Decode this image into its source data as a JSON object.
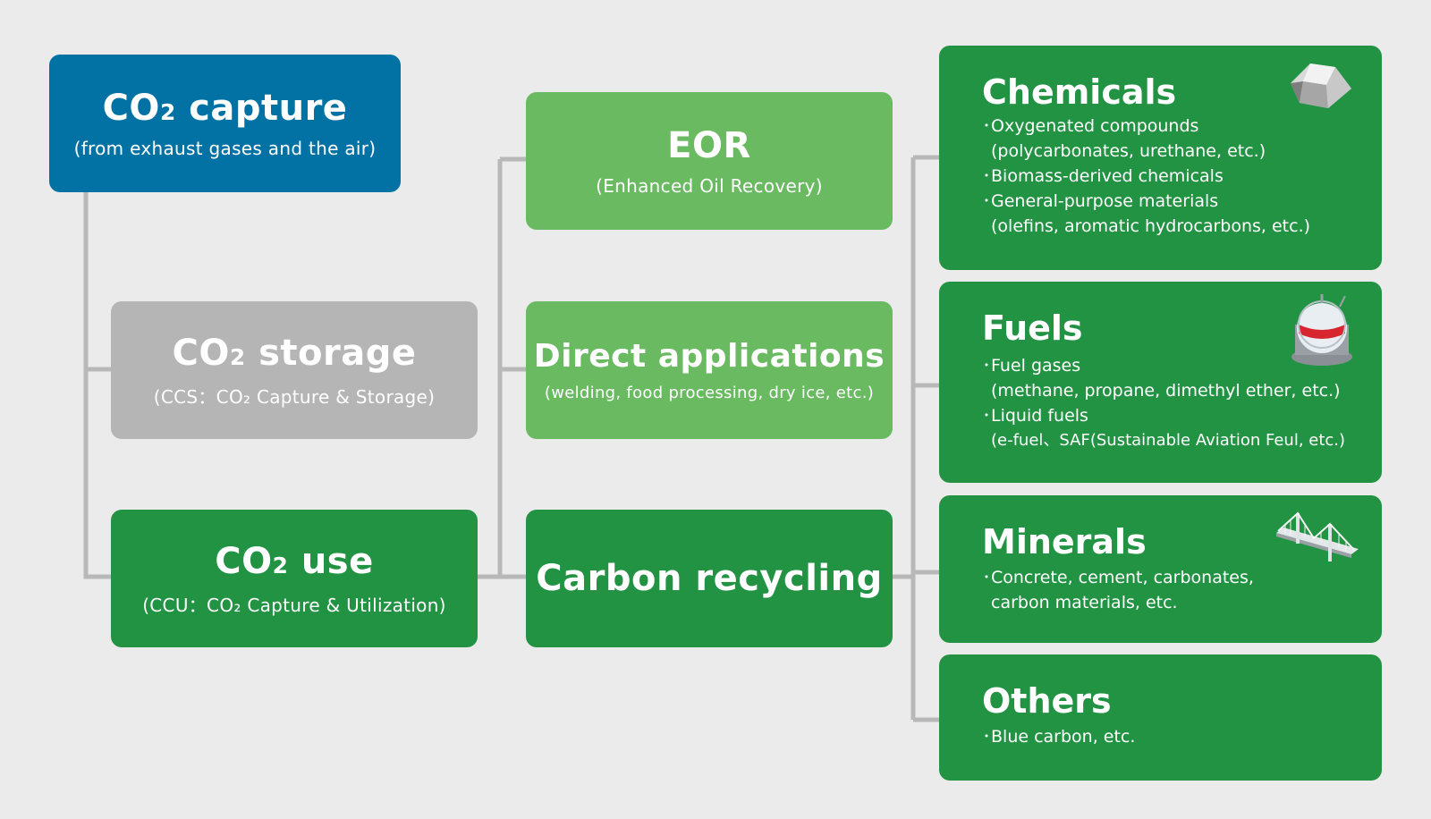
{
  "capture": {
    "title_prefix": "CO",
    "title_sub": "2",
    "title_suffix": " capture",
    "subtitle": "(from exhaust gases and the air)"
  },
  "storage": {
    "title_prefix": "CO",
    "title_sub": "2",
    "title_suffix": " storage",
    "subtitle": "(CCS：CO₂ Capture & Storage)"
  },
  "use": {
    "title_prefix": "CO",
    "title_sub": "2",
    "title_suffix": " use",
    "subtitle": "(CCU：CO₂ Capture & Utilization)"
  },
  "eor": {
    "title": "EOR",
    "subtitle": "(Enhanced Oil Recovery)"
  },
  "direct": {
    "title": "Direct applications",
    "subtitle": "(welding, food processing, dry ice, etc.)"
  },
  "recycling": {
    "title": "Carbon recycling"
  },
  "chemicals": {
    "title": "Chemicals",
    "icon": "rock-icon",
    "items": [
      {
        "label": "Oxygenated compounds",
        "detail": "(polycarbonates, urethane, etc.)"
      },
      {
        "label": "Biomass-derived chemicals",
        "detail": ""
      },
      {
        "label": "General-purpose materials",
        "detail": "(olefins, aromatic hydrocarbons, etc.)"
      }
    ]
  },
  "fuels": {
    "title": "Fuels",
    "icon": "gas-tank-icon",
    "items": [
      {
        "label": "Fuel gases",
        "detail": "(methane, propane, dimethyl ether, etc.)"
      },
      {
        "label": "Liquid fuels",
        "detail": "(e-fuel、SAF(Sustainable Aviation Feul, etc.)"
      }
    ]
  },
  "minerals": {
    "title": "Minerals",
    "icon": "bridge-icon",
    "items": [
      {
        "label": "Concrete, cement, carbonates,",
        "detail": "carbon materials, etc."
      }
    ]
  },
  "others": {
    "title": "Others",
    "items": [
      {
        "label": "Blue carbon, etc.",
        "detail": ""
      }
    ]
  },
  "bullet": "･",
  "colors": {
    "background": "#ebebeb",
    "blue": "#0272a5",
    "grey": "#b5b5b5",
    "light_green": "#6aba62",
    "green": "#229343",
    "connector": "#b8b8b8"
  }
}
